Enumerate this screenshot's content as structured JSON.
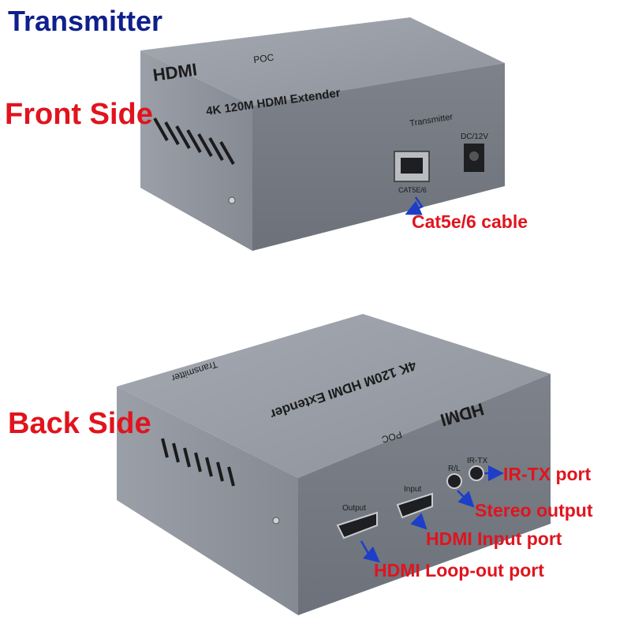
{
  "title": "Transmitter",
  "sections": {
    "front": "Front Side",
    "back": "Back Side"
  },
  "device": {
    "logo": "HDMI",
    "poc": "POC",
    "model": "4K 120M HDMI Extender",
    "role": "Transmitter",
    "front_ports": {
      "rj45": "CAT5E/6",
      "power": "DC/12V"
    },
    "back_ports": {
      "output": "Output",
      "input": "Input",
      "rl": "R/L",
      "irtx": "IR-TX"
    }
  },
  "callouts": {
    "cat": "Cat5e/6 cable",
    "irtx": "IR-TX port",
    "stereo": "Stereo output",
    "hdmi_in": "HDMI Input port",
    "hdmi_loop": "HDMI Loop-out port"
  },
  "colors": {
    "title": "#0f1f8c",
    "label": "#e0141e",
    "arrow": "#1c3ec8",
    "device": "#8a8f99"
  }
}
